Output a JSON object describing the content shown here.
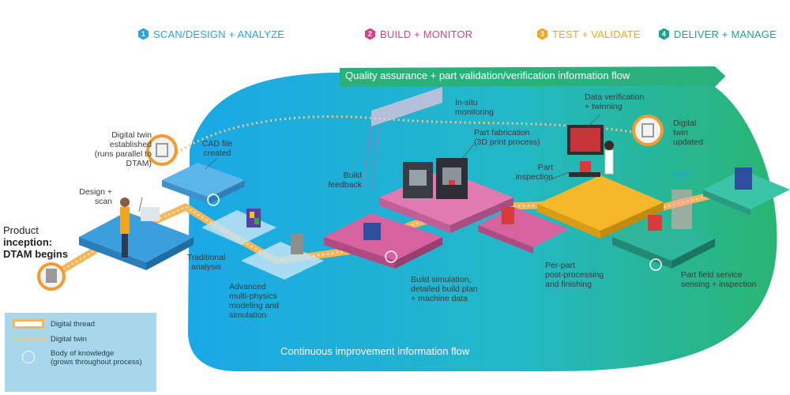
{
  "phases": [
    {
      "num": "1",
      "label": "SCAN/DESIGN + ANALYZE",
      "color": "#29a3db"
    },
    {
      "num": "2",
      "label": "BUILD + MONITOR",
      "color": "#c8468e"
    },
    {
      "num": "3",
      "label": "TEST + VALIDATE",
      "color": "#f2a51f"
    },
    {
      "num": "4",
      "label": "DELIVER + MANAGE",
      "color": "#1aa58a"
    }
  ],
  "flows": {
    "top": "Quality assurance + part validation/verification information flow",
    "bottom": "Continuous improvement information flow"
  },
  "start": {
    "line1": "Product",
    "line2": "inception:",
    "line3": "DTAM begins"
  },
  "labels": {
    "digital_twin_established": [
      "Digital twin",
      "established",
      "(runs parallel to DTAM)"
    ],
    "design_scan": [
      "Design +",
      "scan"
    ],
    "cad_file": [
      "CAD file",
      "created"
    ],
    "traditional_analysis": [
      "Traditional",
      "analysis"
    ],
    "advanced_modeling": [
      "Advanced",
      "multi-physics",
      "modeling and",
      "simulation"
    ],
    "in_situ": [
      "In-situ",
      "monitoring"
    ],
    "part_fabrication": [
      "Part fabrication",
      "(3D print process)"
    ],
    "build_feedback": [
      "Build",
      "feedback"
    ],
    "build_simulation": [
      "Build simulation,",
      "detailed build plan",
      "+ machine data"
    ],
    "part_inspection": [
      "Part",
      "inspection"
    ],
    "data_verification": [
      "Data verification",
      "+ twinning"
    ],
    "per_part": [
      "Per-part",
      "post-processing",
      "and finishing"
    ],
    "digital_twin_updated": [
      "Digital",
      "twin",
      "updated"
    ],
    "field_service": [
      "Part field service",
      "sensing + inspection"
    ]
  },
  "legend": {
    "thread": "Digital thread",
    "twin": "Digital twin",
    "body_line1": "Body of knowledge",
    "body_line2": "(grows throughout process)"
  },
  "colors": {
    "thread": "#f7b55a",
    "twin_ring": "#f29b2e",
    "blue": "#2f9ad6",
    "pink": "#d6639f",
    "yellow": "#f4b82a",
    "teal": "#2fb59a"
  }
}
